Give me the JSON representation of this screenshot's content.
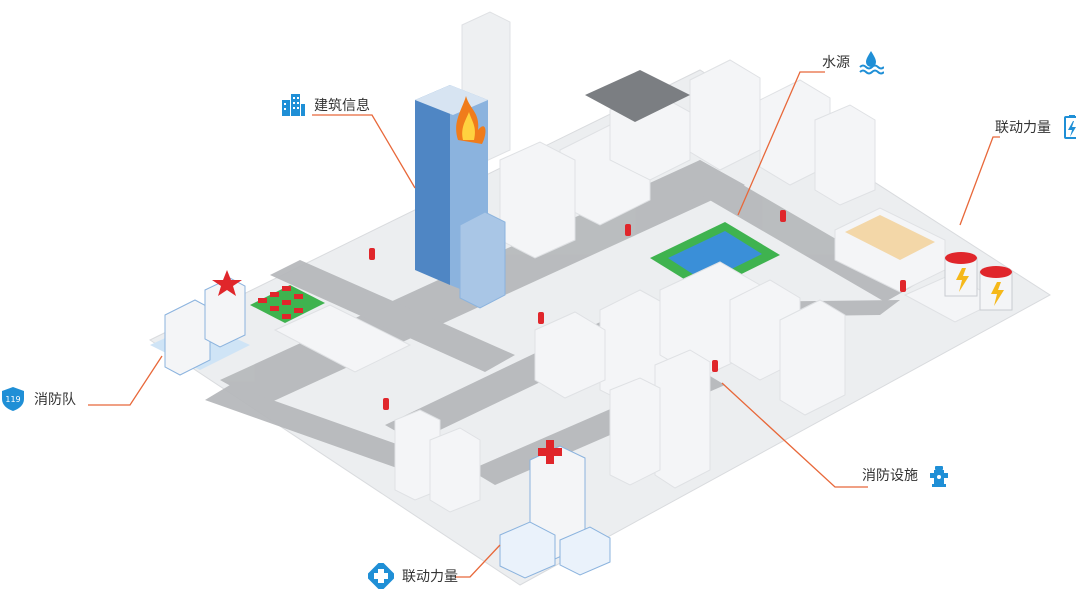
{
  "labels": {
    "building_info": "建筑信息",
    "water_source": "水源",
    "linkage_force_top": "联动力量",
    "fire_brigade": "消防队",
    "fire_brigade_badge": "119",
    "fire_facility": "消防设施",
    "linkage_force_bottom": "联动力量"
  },
  "colors": {
    "accent_blue": "#1f8fd6",
    "leader_line": "#e8683a",
    "road": "#b7b9bc",
    "ground": "#eceef0",
    "building_white": "#f4f5f7",
    "glass_blue": "#4f86c4",
    "hydrant_red": "#e0262b",
    "pool_green": "#3fb34f",
    "pool_blue": "#3a8fd8",
    "fire_orange": "#f07c1b"
  },
  "icons": {
    "building_info": "buildings-icon",
    "water_source": "water-waves-icon",
    "linkage_force_top": "power-battery-icon",
    "fire_brigade": "shield-119-icon",
    "fire_facility": "fire-hydrant-icon",
    "linkage_force_bottom": "medical-cross-icon"
  }
}
